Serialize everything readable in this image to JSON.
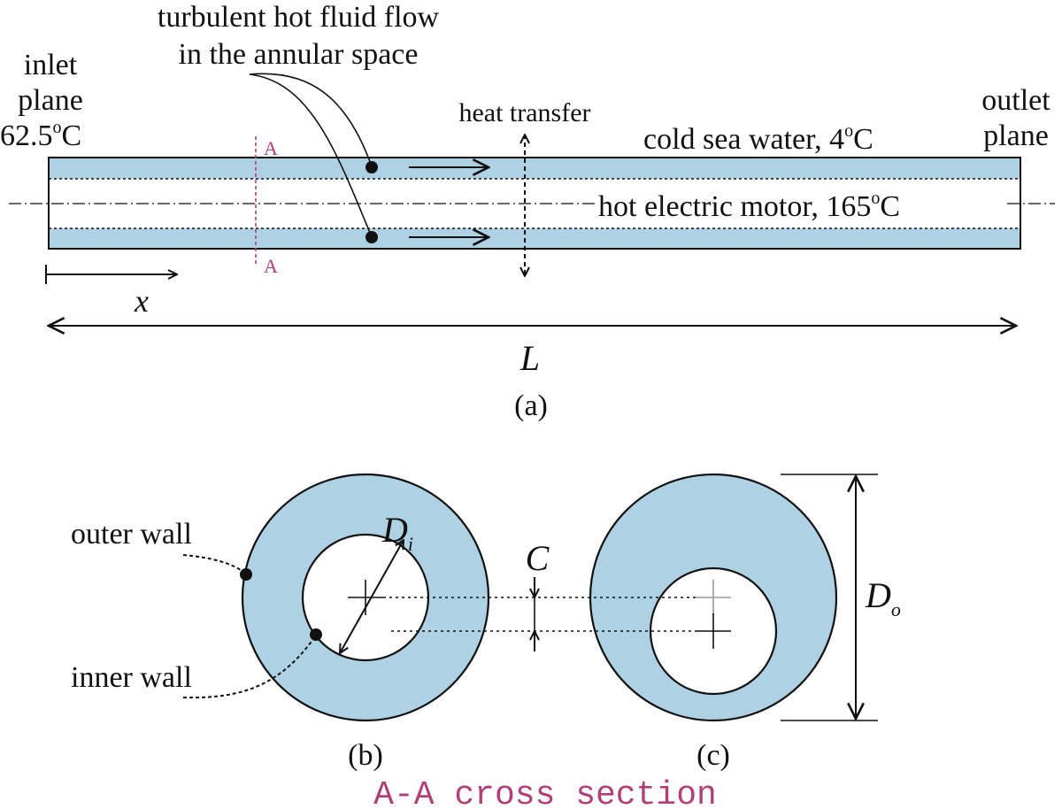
{
  "colors": {
    "fluid": "#aed2e4",
    "line": "#111111",
    "section_mark": "#b0407a",
    "background": "#ffffff"
  },
  "panel_a": {
    "flow_label_line1": "turbulent hot fluid flow",
    "flow_label_line2": "in the annular space",
    "inlet_line1": "inlet",
    "inlet_line2": "plane",
    "inlet_temp_value": "62.5",
    "degree_mark": "o",
    "celsius": "C",
    "outlet_line1": "outlet",
    "outlet_line2": "plane",
    "heat_transfer": "heat transfer",
    "sea_water_label": "cold sea water, 4",
    "motor_label": "hot electric motor, 165",
    "section_mark": "A",
    "x_symbol": "x",
    "length_symbol": "L",
    "caption": "(a)"
  },
  "panel_b": {
    "outer_wall": "outer wall",
    "inner_wall": "inner wall",
    "inner_diameter_symbol": "D",
    "inner_diameter_subscript": "i",
    "caption": "(b)"
  },
  "panel_c": {
    "clearance_symbol": "C",
    "outer_diameter_symbol": "D",
    "outer_diameter_subscript": "o",
    "caption": "(c)"
  },
  "section_caption": "A-A cross section"
}
